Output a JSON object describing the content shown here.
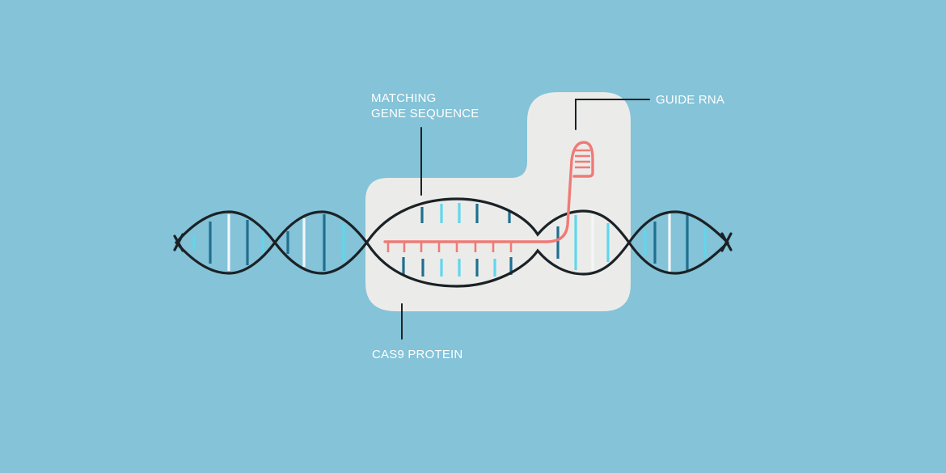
{
  "labels": {
    "matching_line1": "MATCHING",
    "matching_line2": "GENE SEQUENCE",
    "guide_rna": "GUIDE RNA",
    "cas9": "CAS9 PROTEIN"
  },
  "colors": {
    "background": "#84c3d8",
    "protein_fill": "#ebecea",
    "dna_strand": "#1b2226",
    "rung_dark": "#1f6f8f",
    "rung_light": "#5fd7ec",
    "rung_white": "#f3f7f8",
    "guide_rna": "#f07a76",
    "leader_line": "#1b2226"
  }
}
